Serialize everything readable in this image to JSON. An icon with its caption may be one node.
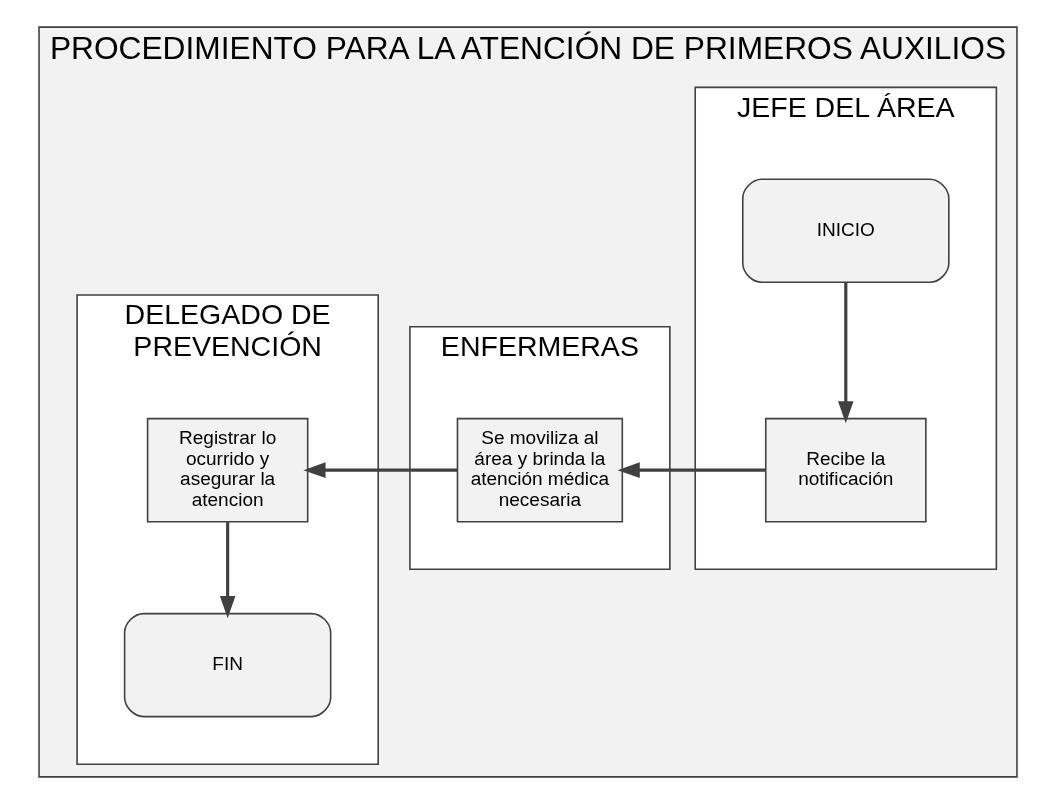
{
  "diagram": {
    "nodes": [
      {
        "text": [
          "PROCEDIMIENTO PARA LA ATENCIÓN DE PRIMEROS AUXILIOS"
        ]
      },
      {
        "text": [
          "JEFE DEL ÁREA"
        ],
        "in": 0
      },
      {
        "text": [
          "ENFERMERAS"
        ],
        "in": 0
      },
      {
        "text": [
          "DELEGADO DE PREVENCIÓN"
        ],
        "in": 0
      },
      {
        "text": [
          "INICIO"
        ],
        "in": 1
      },
      {
        "text": [
          "Recibe la notificación"
        ],
        "in": 1
      },
      {
        "text": [
          "Se moviliza al área y brinda la atención médica necesaria"
        ],
        "in": 2
      },
      {
        "text": [
          "Registrar lo ocurrido y asegurar la atencion"
        ],
        "in": 3
      },
      {
        "text": [
          "FIN"
        ],
        "in": 3
      }
    ],
    "edges": [
      {
        "from": 4,
        "to": 5,
        "arrow": "to"
      },
      {
        "from": 5,
        "to": 6,
        "arrow": "to"
      },
      {
        "from": 6,
        "to": 7,
        "arrow": "to"
      },
      {
        "from": 7,
        "to": 8,
        "arrow": "to"
      }
    ]
  }
}
